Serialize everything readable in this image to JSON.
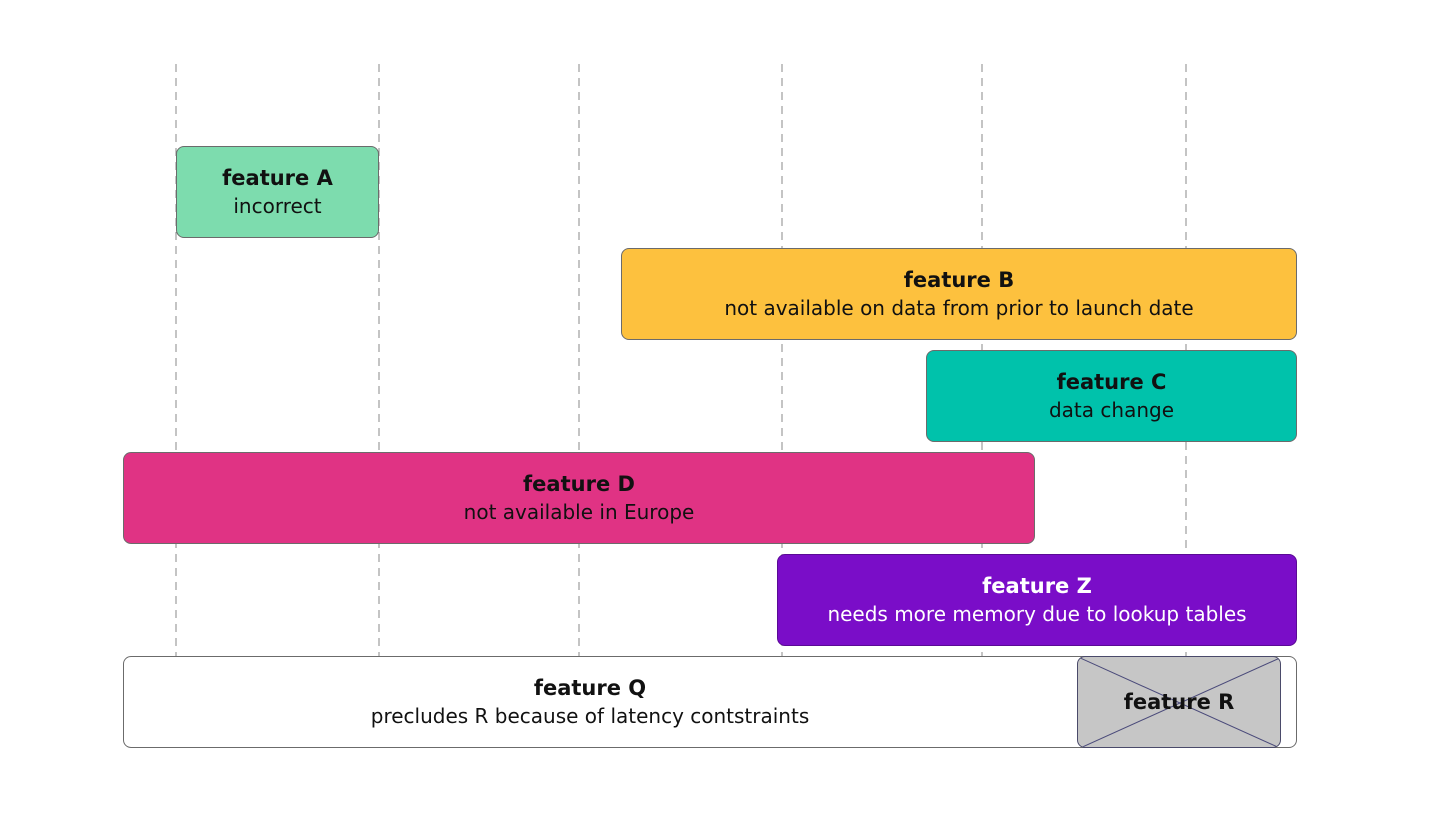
{
  "features": {
    "a": {
      "title": "feature A",
      "desc": "incorrect",
      "color": "#7ddcae"
    },
    "b": {
      "title": "feature B",
      "desc": "not available on data from prior to launch date",
      "color": "#fdc13e"
    },
    "c": {
      "title": "feature C",
      "desc": "data change",
      "color": "#00c2ab"
    },
    "d": {
      "title": "feature D",
      "desc": "not available in Europe",
      "color": "#e03384"
    },
    "z": {
      "title": "feature Z",
      "desc": "needs more memory due to lookup tables",
      "color": "#7a0dc8"
    },
    "q": {
      "title": "feature Q",
      "desc": "precludes R because of latency contstraints",
      "color": "#ffffff"
    },
    "r": {
      "title": "feature R",
      "color": "#c6c6c6",
      "crossed_out": true
    }
  }
}
